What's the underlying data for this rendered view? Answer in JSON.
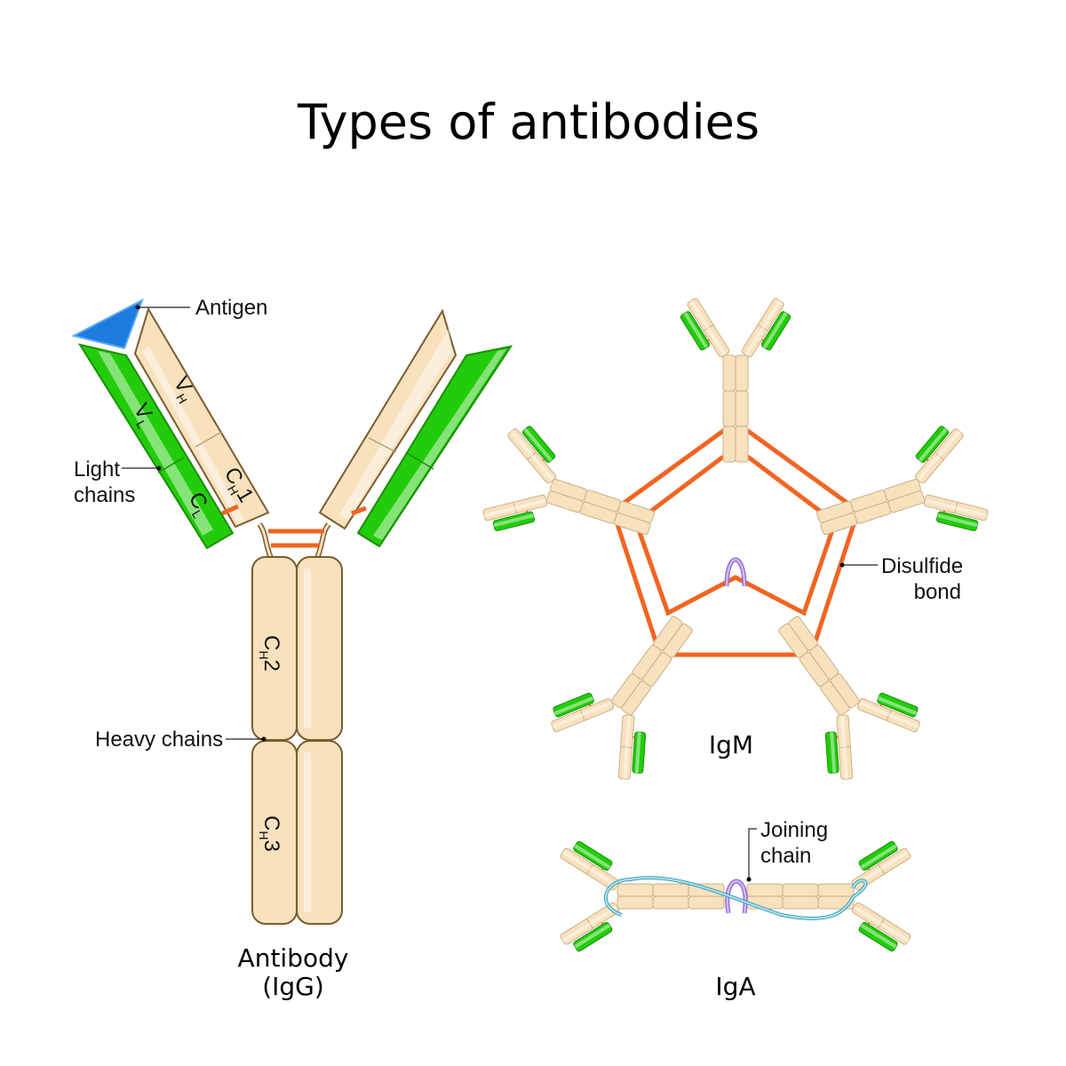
{
  "title": "Types of antibodies",
  "igg": {
    "caption_line1": "Antibody",
    "caption_line2": "(IgG)",
    "labels": {
      "antigen": "Antigen",
      "light_chains_1": "Light",
      "light_chains_2": "chains",
      "heavy_chains": "Heavy chains"
    },
    "domains": {
      "vh": {
        "main": "V",
        "sub": "H"
      },
      "vl": {
        "main": "V",
        "sub": "L"
      },
      "ch1": {
        "main": "C",
        "sub": "H",
        "num": "1"
      },
      "cl": {
        "main": "C",
        "sub": "L"
      },
      "ch2": {
        "main": "C",
        "sub": "H",
        "num": "2"
      },
      "ch3": {
        "main": "C",
        "sub": "H",
        "num": "3"
      }
    }
  },
  "igm": {
    "caption": "IgM",
    "labels": {
      "disulfide_1": "Disulfide",
      "disulfide_2": "bond"
    }
  },
  "iga": {
    "caption": "IgA",
    "labels": {
      "joining_1": "Joining",
      "joining_2": "chain"
    }
  },
  "colors": {
    "heavy": "#f8e1bd",
    "light": "#22cc0a",
    "antigen": "#1e7be0",
    "disulfide": "#f26522",
    "j_chain": "#b38be8",
    "secretory": "#7cc6d6"
  }
}
